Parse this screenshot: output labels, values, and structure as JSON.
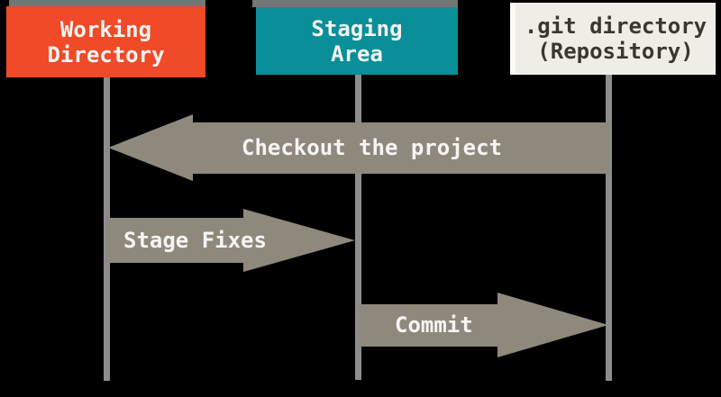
{
  "colors": {
    "background": "#000000",
    "working_box": "#f04a28",
    "staging_box": "#0a8f99",
    "git_box": "#f0ede6",
    "box_top_edge": "#757575",
    "lifeline": "#8d8d8d",
    "arrow": "#8f897d",
    "light_text": "#f6f5f2",
    "dark_text": "#3a3733"
  },
  "columns": [
    {
      "id": "working-directory",
      "label_lines": [
        "Working",
        "Directory"
      ]
    },
    {
      "id": "staging-area",
      "label_lines": [
        "Staging",
        "Area"
      ]
    },
    {
      "id": "git-directory",
      "label_lines": [
        ".git directory",
        "(Repository)"
      ]
    }
  ],
  "arrows": [
    {
      "id": "checkout",
      "label": "Checkout the project",
      "from": "git-directory",
      "to": "working-directory",
      "direction": "left"
    },
    {
      "id": "stage-fixes",
      "label": "Stage Fixes",
      "from": "working-directory",
      "to": "staging-area",
      "direction": "right"
    },
    {
      "id": "commit",
      "label": "Commit",
      "from": "staging-area",
      "to": "git-directory",
      "direction": "right"
    }
  ]
}
